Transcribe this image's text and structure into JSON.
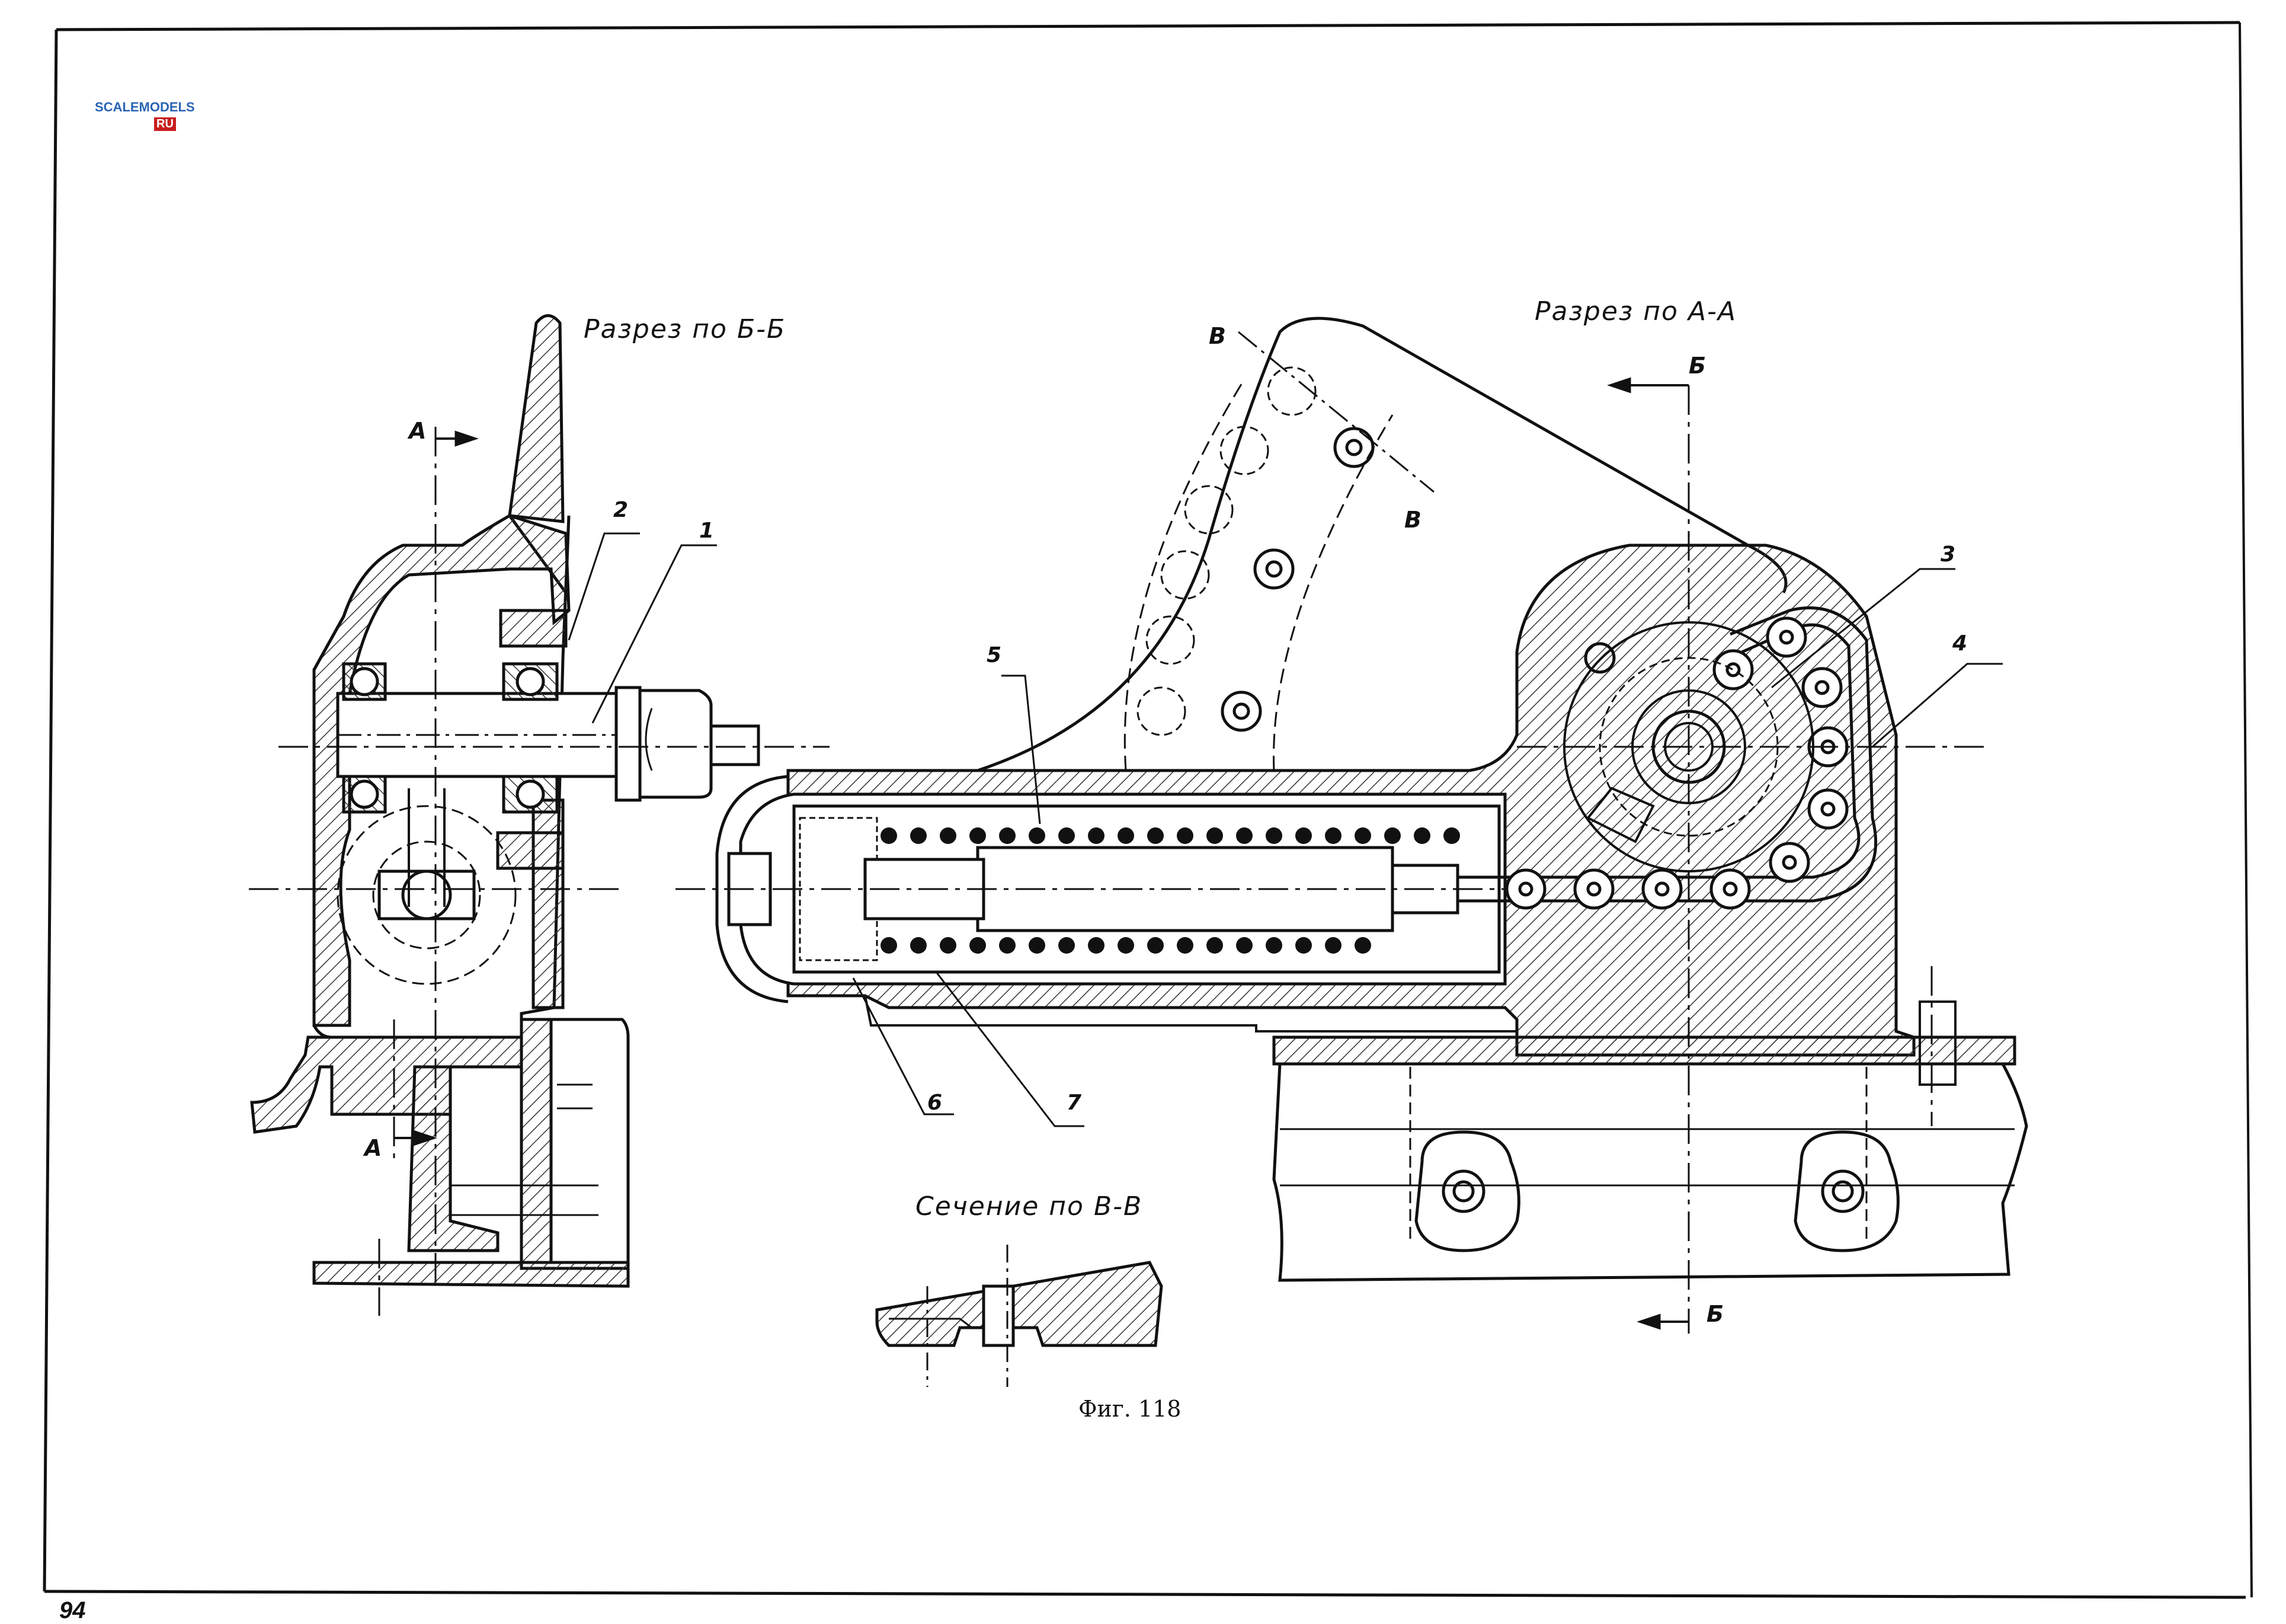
{
  "logo": {
    "main": "SCALEMODELS",
    "sub": "RU"
  },
  "titles": {
    "section_bb": "Разрез по Б-Б",
    "section_aa": "Разрез по А-А",
    "section_vv": "Сечение по В-В"
  },
  "cut_marks": {
    "a": "А",
    "b": "Б",
    "v": "В"
  },
  "callouts": [
    "1",
    "2",
    "3",
    "4",
    "5",
    "6",
    "7"
  ],
  "caption": "Фиг. 118",
  "page_number": "94",
  "colors": {
    "line": "#111111",
    "paper": "#ffffff",
    "hatch": "#333333"
  }
}
